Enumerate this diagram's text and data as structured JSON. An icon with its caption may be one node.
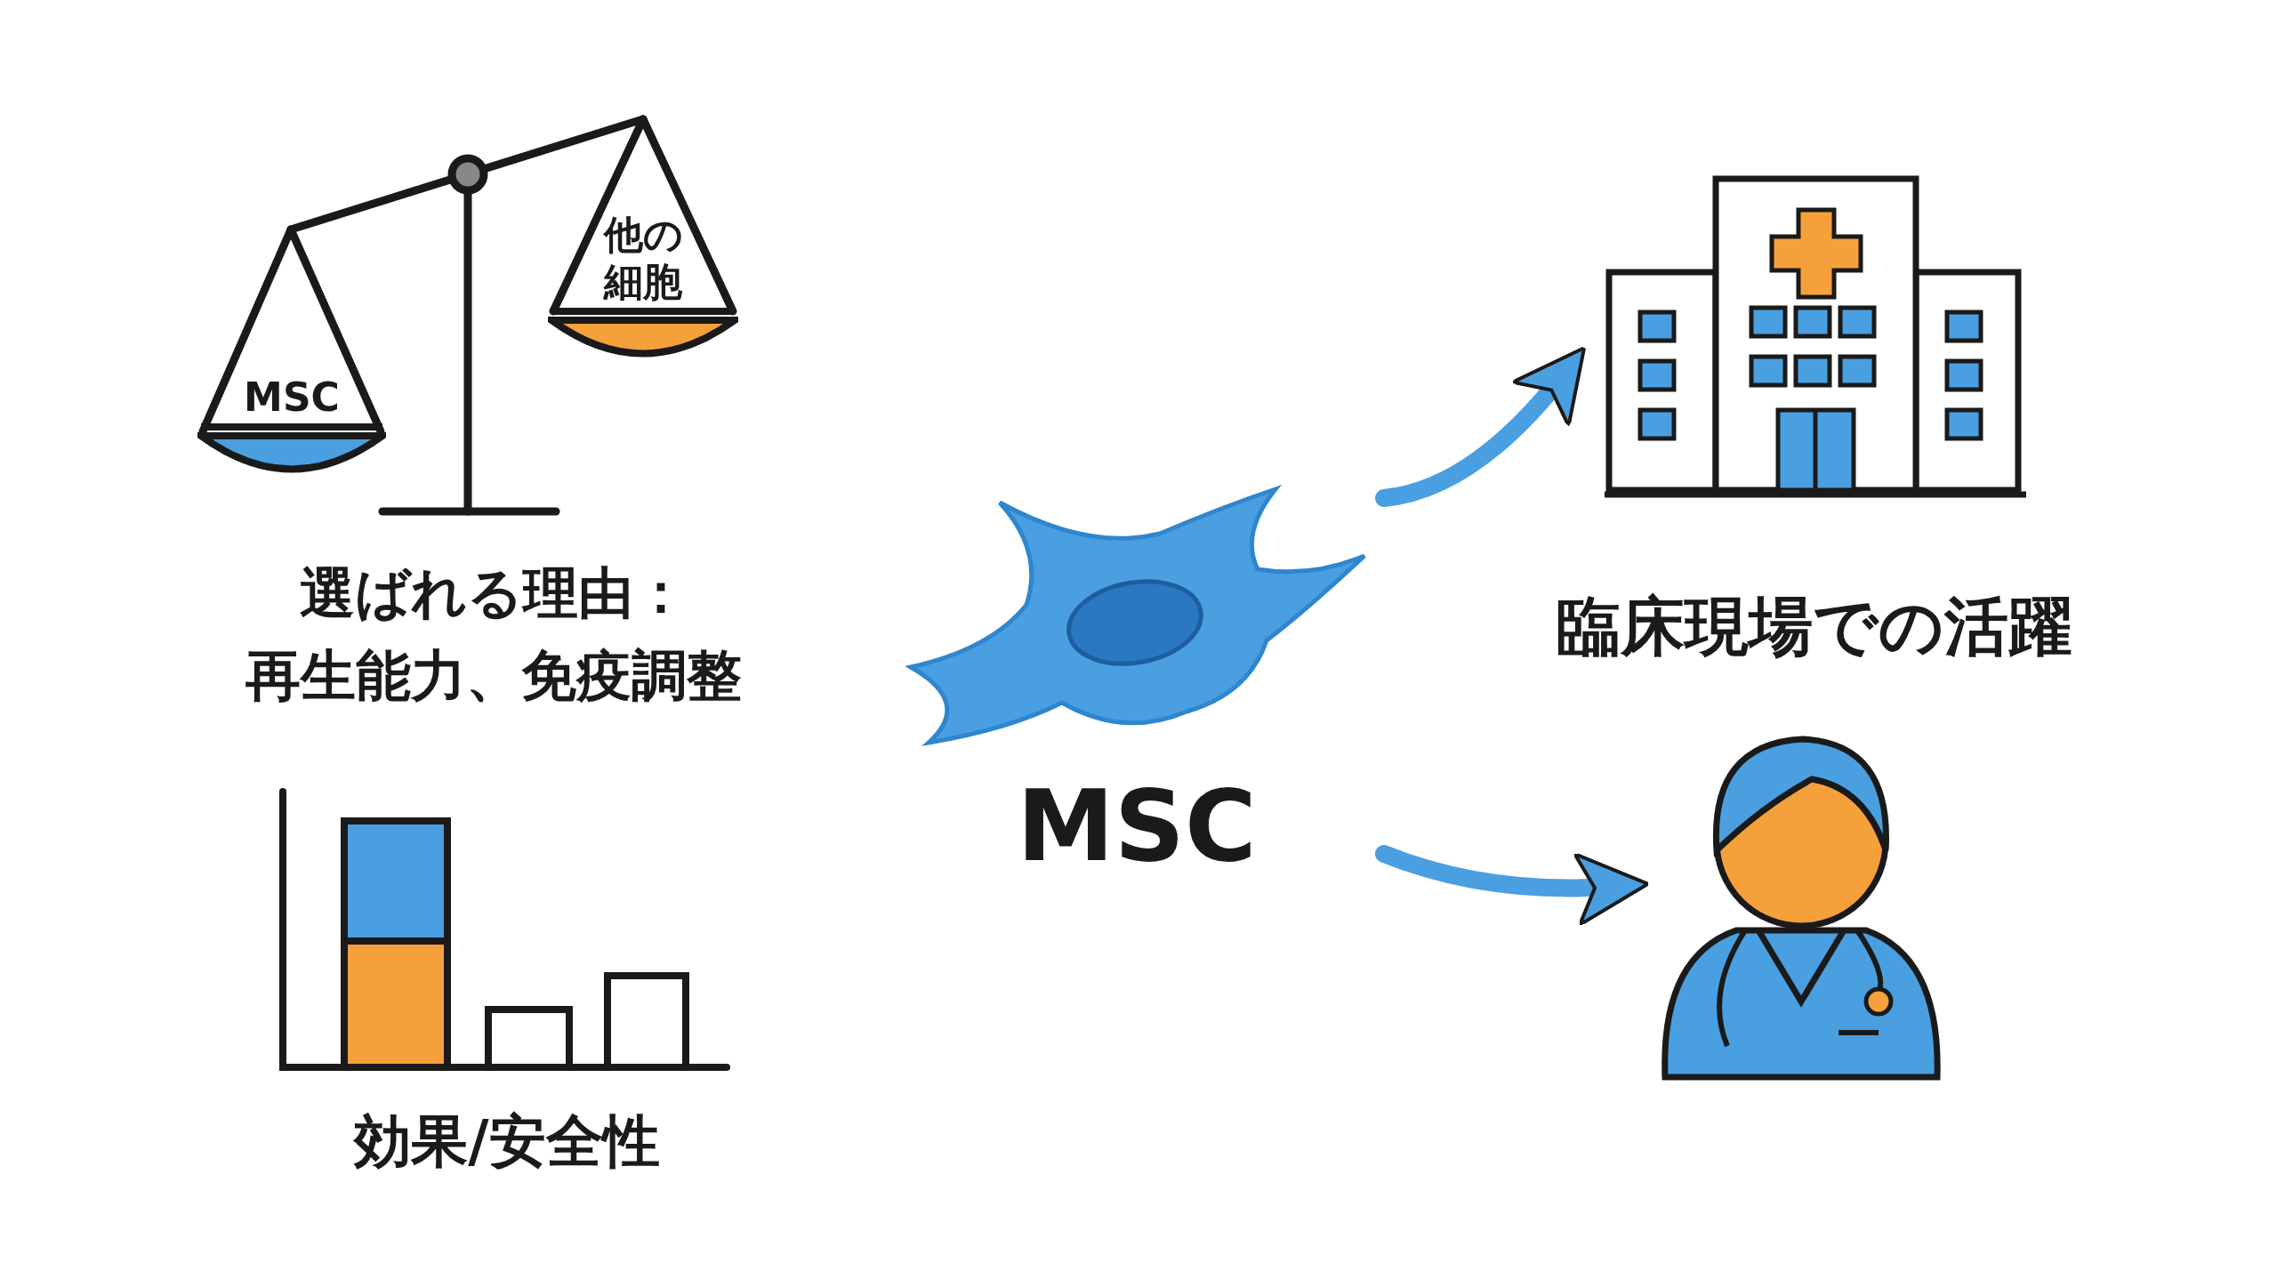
{
  "diagram": {
    "nodes": [
      {
        "text": [
          "MSC"
        ]
      },
      {
        "text": [
          "他の細胞"
        ]
      },
      {
        "text": [],
        "shape": "picture",
        "beside": [
          "MSC"
        ]
      },
      {
        "text": [],
        "shape": "picture"
      },
      {
        "text": [],
        "shape": "picture"
      }
    ],
    "edges": [
      {
        "from": 2,
        "to": 3,
        "arrow": "to"
      },
      {
        "from": 2,
        "to": 4,
        "arrow": "to"
      }
    ],
    "labels": [
      "選ばれる理由：再生能力、免疫調整",
      "効果/安全性",
      "臨床現場での活躍"
    ]
  }
}
